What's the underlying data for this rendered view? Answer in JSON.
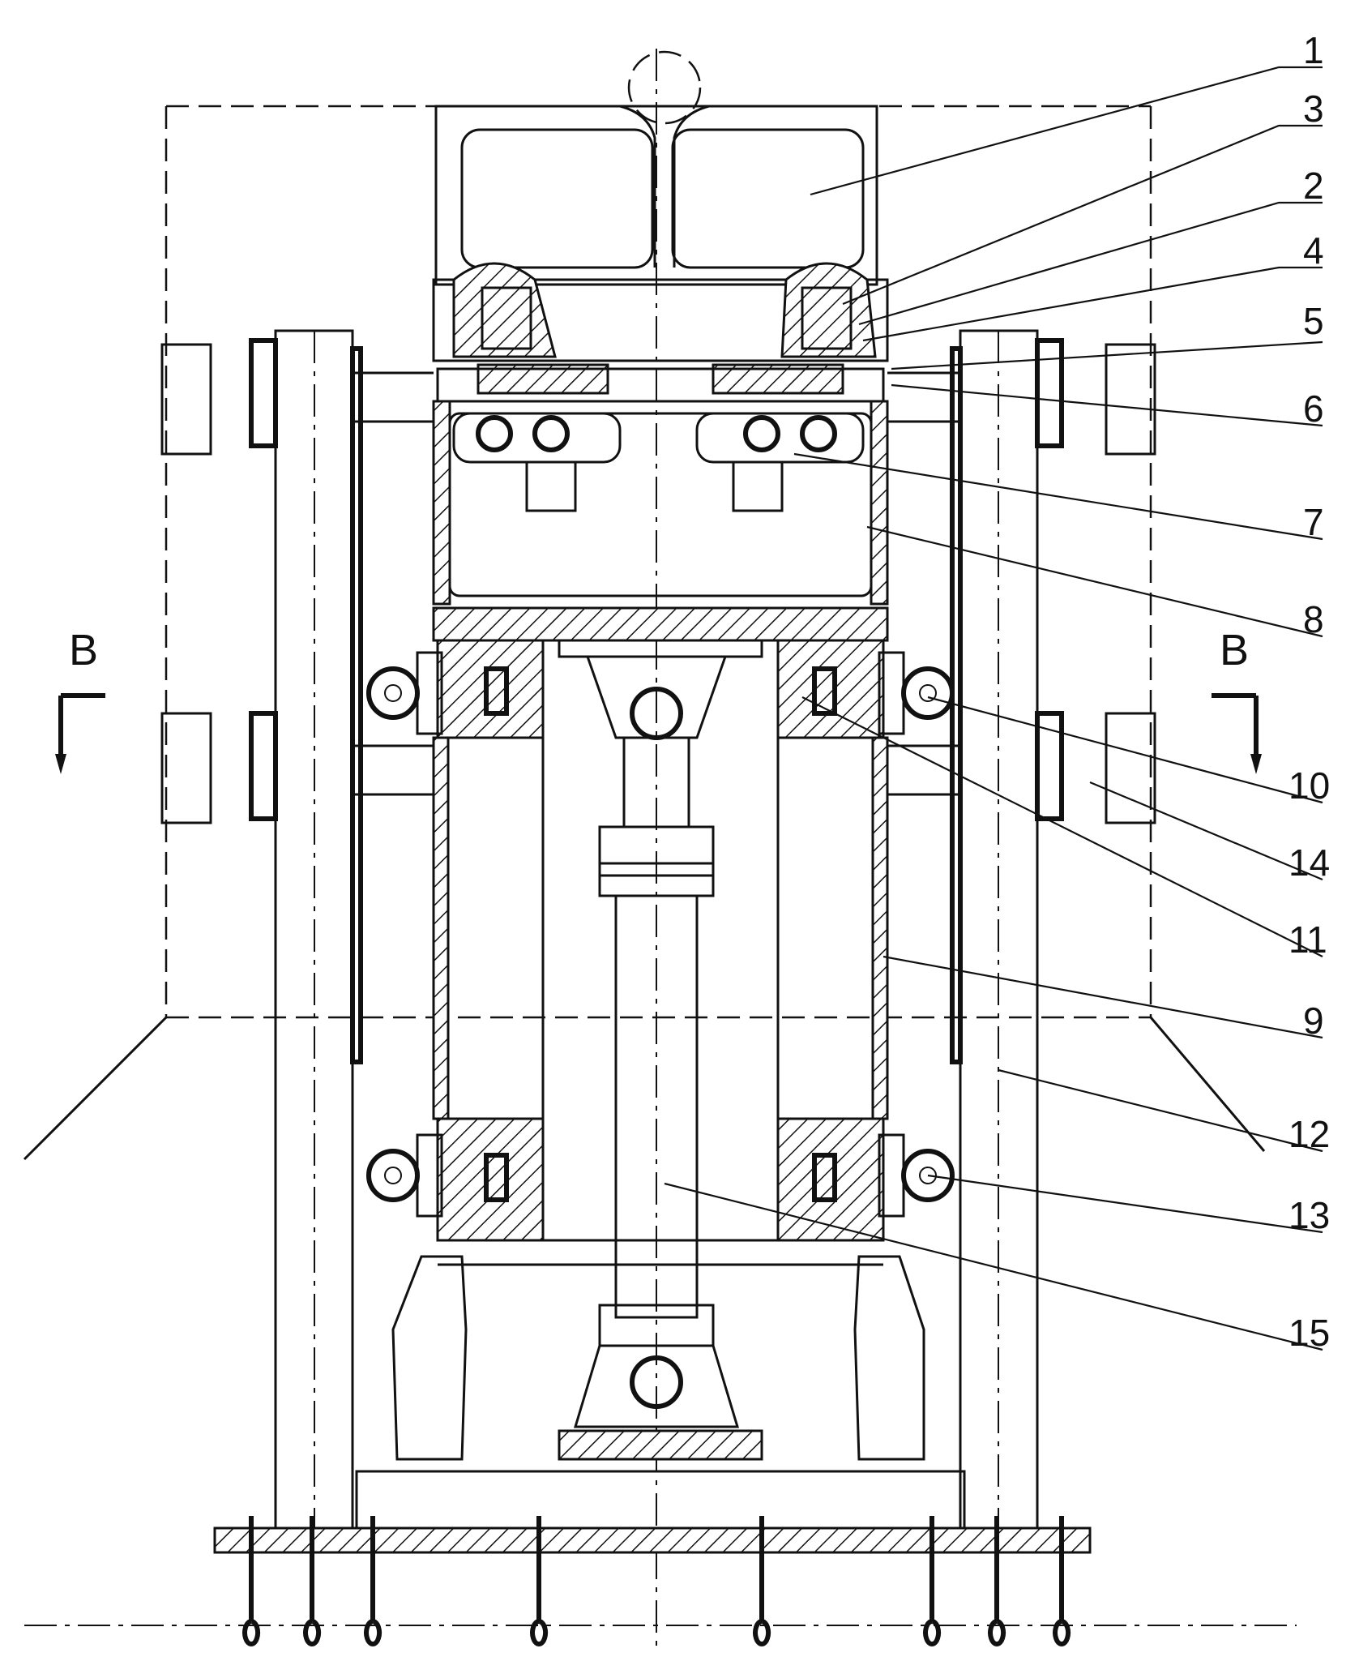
{
  "part_labels": [
    {
      "id": "label-1",
      "text": "1"
    },
    {
      "id": "label-3",
      "text": "3"
    },
    {
      "id": "label-2",
      "text": "2"
    },
    {
      "id": "label-4",
      "text": "4"
    },
    {
      "id": "label-5",
      "text": "5"
    },
    {
      "id": "label-6",
      "text": "6"
    },
    {
      "id": "label-7",
      "text": "7"
    },
    {
      "id": "label-8",
      "text": "8"
    },
    {
      "id": "label-10",
      "text": "10"
    },
    {
      "id": "label-14",
      "text": "14"
    },
    {
      "id": "label-11",
      "text": "11"
    },
    {
      "id": "label-9",
      "text": "9"
    },
    {
      "id": "label-12",
      "text": "12"
    },
    {
      "id": "label-13",
      "text": "13"
    },
    {
      "id": "label-15",
      "text": "15"
    }
  ],
  "section_marks": {
    "left": "B",
    "right": "B"
  }
}
